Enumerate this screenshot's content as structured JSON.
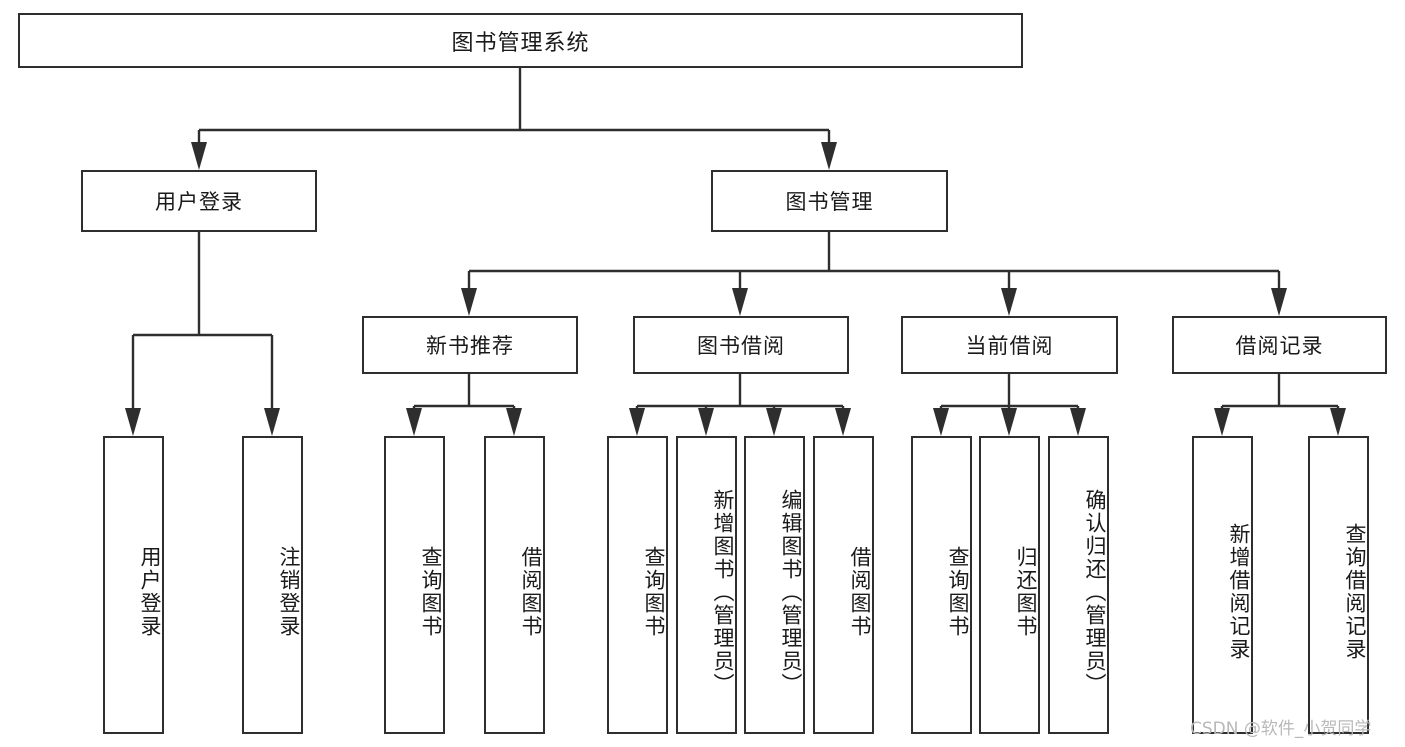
{
  "diagram": {
    "title_text": "图书管理系统",
    "type": "hierarchy-tree",
    "watermark": "CSDN @软件_小贺同学",
    "colors": {
      "border": "#2e2e2e",
      "background": "#ffffff",
      "text": "#1a1a1a",
      "watermark": "#b9b9b9"
    },
    "levels": {
      "level1": [
        "图书管理系统"
      ],
      "level2": [
        "用户登录",
        "图书管理"
      ],
      "level3": [
        "新书推荐",
        "图书借阅",
        "当前借阅",
        "借阅记录"
      ],
      "level4": [
        "用户登录",
        "注销登录",
        "查询图书",
        "借阅图书",
        "查询图书",
        "新增图书（管理员）",
        "编辑图书（管理员）",
        "借阅图书",
        "查询图书",
        "归还图书",
        "确认归还（管理员）",
        "新增借阅记录",
        "查询借阅记录"
      ]
    },
    "nodes": {
      "root": {
        "label": "图书管理系统"
      },
      "user_login": {
        "label": "用户登录"
      },
      "book_manage": {
        "label": "图书管理"
      },
      "new_book_rec": {
        "label": "新书推荐"
      },
      "book_borrow": {
        "label": "图书借阅"
      },
      "current_borrow": {
        "label": "当前借阅"
      },
      "borrow_record": {
        "label": "借阅记录"
      },
      "leaf_user_login": {
        "label": "用户登录"
      },
      "leaf_logout": {
        "label": "注销登录"
      },
      "leaf_query_book_1": {
        "label": "查询图书"
      },
      "leaf_borrow_book_1": {
        "label": "借阅图书"
      },
      "leaf_query_book_2": {
        "label": "查询图书"
      },
      "leaf_add_book": {
        "label": "新增图书（管理员）"
      },
      "leaf_edit_book": {
        "label": "编辑图书（管理员）"
      },
      "leaf_borrow_book_2": {
        "label": "借阅图书"
      },
      "leaf_query_book_3": {
        "label": "查询图书"
      },
      "leaf_return_book": {
        "label": "归还图书"
      },
      "leaf_confirm_return": {
        "label": "确认归还（管理员）"
      },
      "leaf_add_record": {
        "label": "新增借阅记录"
      },
      "leaf_query_record": {
        "label": "查询借阅记录"
      }
    }
  }
}
